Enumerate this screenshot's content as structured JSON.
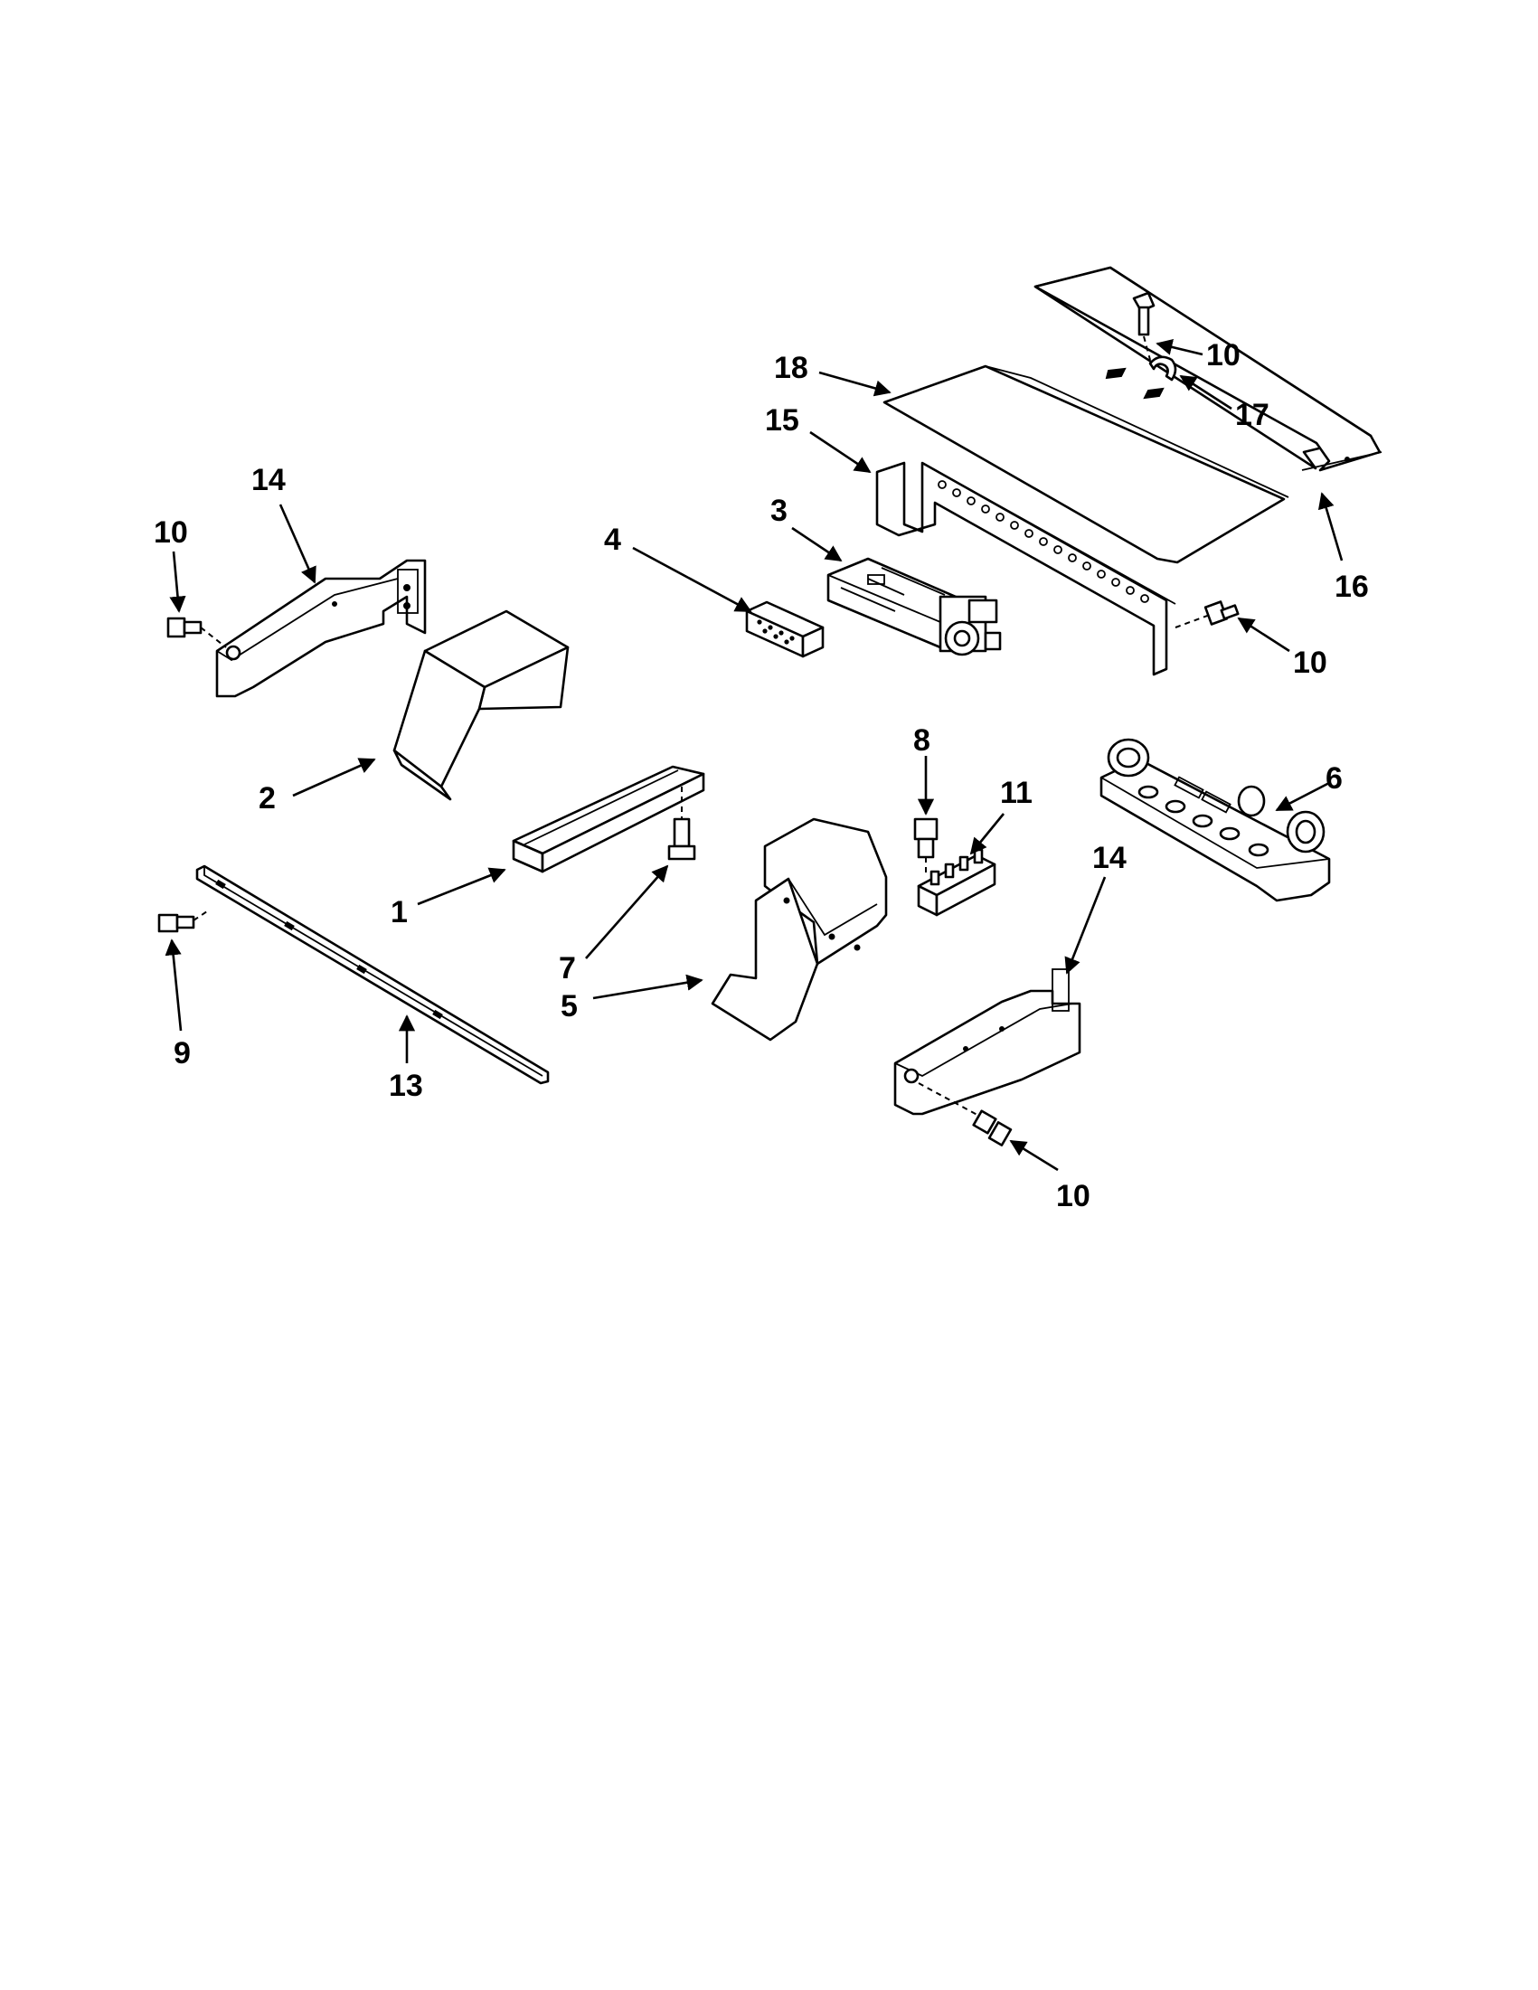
{
  "callouts": [
    {
      "id": "c18",
      "label": "18"
    },
    {
      "id": "c15",
      "label": "15"
    },
    {
      "id": "c10a",
      "label": "10"
    },
    {
      "id": "c17",
      "label": "17"
    },
    {
      "id": "c16",
      "label": "16"
    },
    {
      "id": "c3",
      "label": "3"
    },
    {
      "id": "c4",
      "label": "4"
    },
    {
      "id": "c14a",
      "label": "14"
    },
    {
      "id": "c10b",
      "label": "10"
    },
    {
      "id": "c10c",
      "label": "10"
    },
    {
      "id": "c2",
      "label": "2"
    },
    {
      "id": "c8",
      "label": "8"
    },
    {
      "id": "c11",
      "label": "11"
    },
    {
      "id": "c6",
      "label": "6"
    },
    {
      "id": "c14b",
      "label": "14"
    },
    {
      "id": "c1",
      "label": "1"
    },
    {
      "id": "c7",
      "label": "7"
    },
    {
      "id": "c9",
      "label": "9"
    },
    {
      "id": "c13",
      "label": "13"
    },
    {
      "id": "c5",
      "label": "5"
    },
    {
      "id": "c10d",
      "label": "10"
    }
  ]
}
